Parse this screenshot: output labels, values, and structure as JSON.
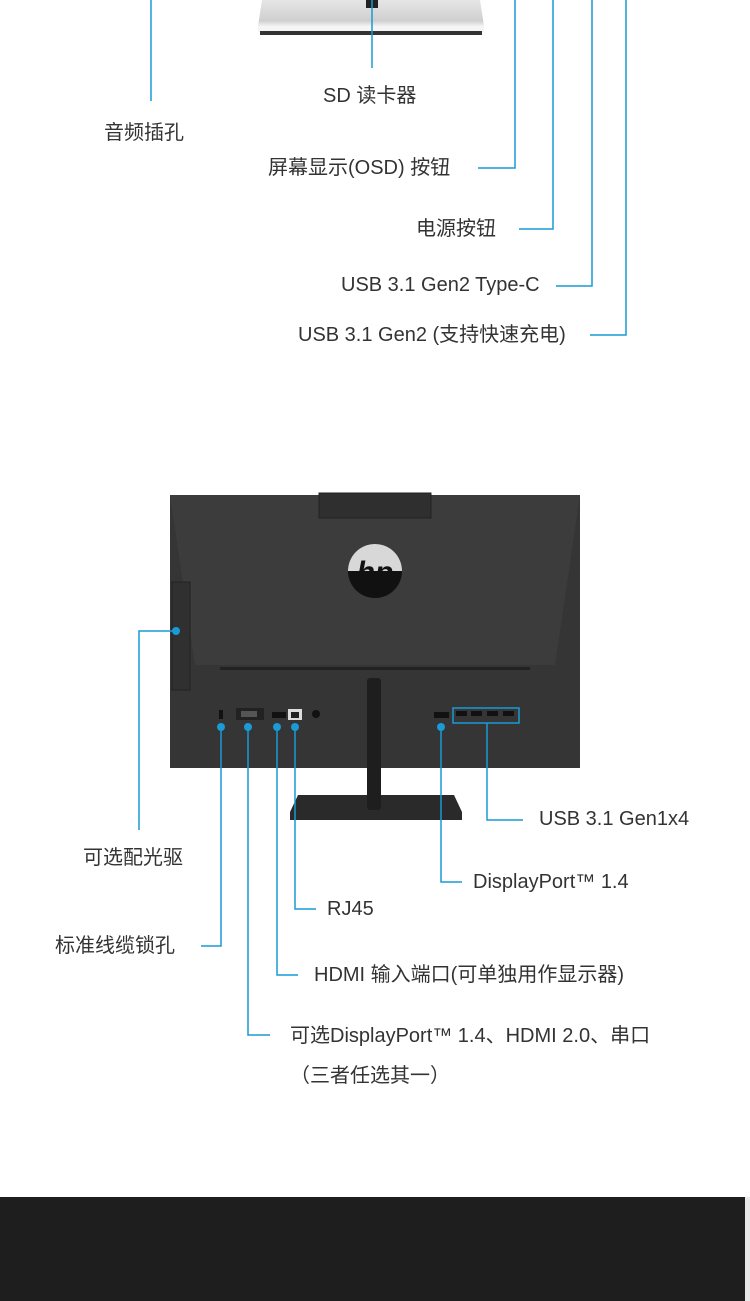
{
  "front_labels": {
    "audio_jack": "音频插孔",
    "sd_reader": "SD 读卡器",
    "osd_button": "屏幕显示(OSD) 按钮",
    "power_button": "电源按钮",
    "usb_typec": "USB 3.1 Gen2 Type-C",
    "usb_fast_charge": "USB 3.1 Gen2 (支持快速充电)"
  },
  "rear_labels": {
    "usb_gen1": "USB 3.1 Gen1x4",
    "optical_drive": "可选配光驱",
    "displayport": "DisplayPort™ 1.4",
    "rj45": "RJ45",
    "cable_lock": "标准线缆锁孔",
    "hdmi_in": "HDMI 输入端口(可单独用作显示器)",
    "optional_port_line1": "可选DisplayPort™ 1.4、HDMI 2.0、串口",
    "optional_port_line2": "（三者任选其一）"
  },
  "logo_text": "hp",
  "colors": {
    "accent": "#1a9ad6",
    "body": "#353535",
    "footer": "#1e1e1e"
  }
}
